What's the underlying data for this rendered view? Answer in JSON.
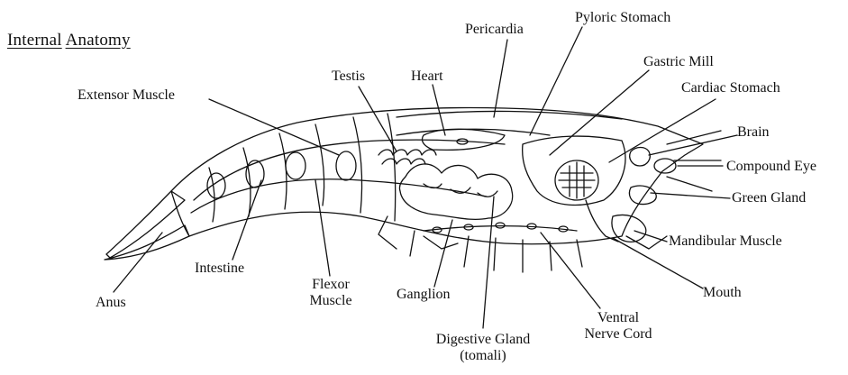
{
  "title": {
    "word1": "Internal",
    "word2": "Anatomy"
  },
  "labels": {
    "extensor_muscle": "Extensor Muscle",
    "testis": "Testis",
    "heart": "Heart",
    "pericardia": "Pericardia",
    "pyloric_stomach": "Pyloric Stomach",
    "gastric_mill": "Gastric Mill",
    "cardiac_stomach": "Cardiac Stomach",
    "brain": "Brain",
    "compound_eye": "Compound Eye",
    "green_gland": "Green Gland",
    "mandibular_muscle": "Mandibular Muscle",
    "mouth": "Mouth",
    "anus": "Anus",
    "intestine": "Intestine",
    "flexor_line1": "Flexor",
    "flexor_line2": "Muscle",
    "ganglion": "Ganglion",
    "digestive_line1": "Digestive Gland",
    "digestive_line2": "(tomali)",
    "ventral_line1": "Ventral",
    "ventral_line2": "Nerve Cord"
  }
}
